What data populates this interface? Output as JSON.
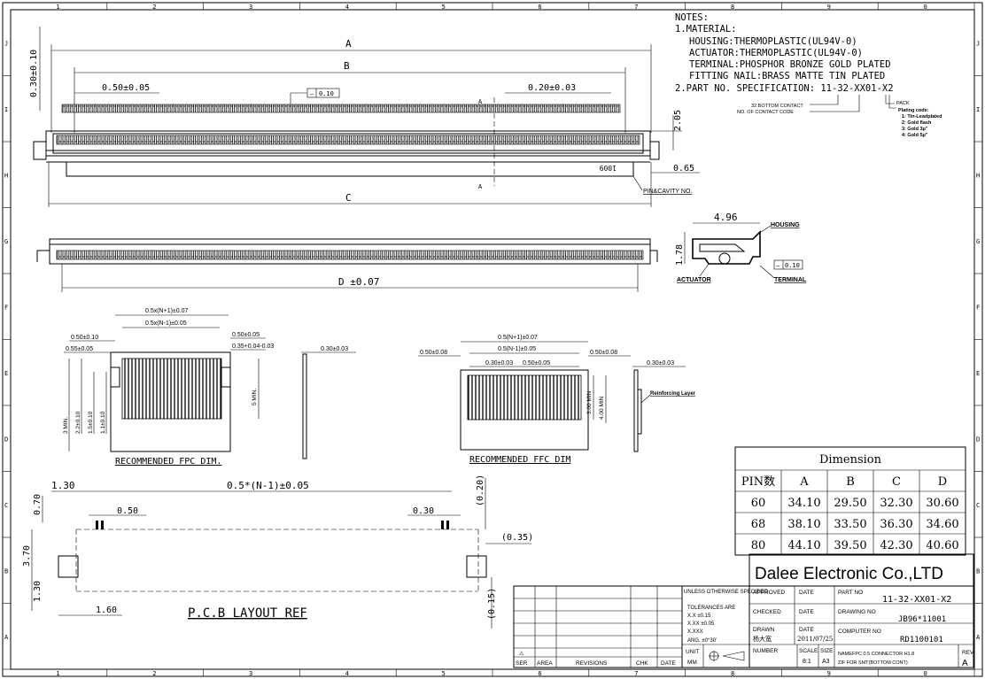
{
  "border": {
    "cols": [
      "1",
      "2",
      "3",
      "4",
      "5",
      "6",
      "7",
      "8",
      "9",
      "0"
    ],
    "rows": [
      "J",
      "I",
      "H",
      "G",
      "F",
      "E",
      "D",
      "C",
      "B",
      "A"
    ]
  },
  "notes": {
    "title": "NOTES:",
    "material_title": "1.MATERIAL:",
    "housing": "HOUSING:THERMOPLASTIC(UL94V-0)",
    "actuator": "ACTUATOR:THERMOPLASTIC(UL94V-0)",
    "terminal": "TERMINAL:PHOSPHOR BRONZE GOLD PLATED",
    "fitting": "FITTING NAIL:BRASS MATTE TIN PLATED",
    "part_spec": "2.PART NO. SPECIFICATION: 11-32-XX01-X2",
    "bottom_contact": "32:BOTTOM CONTACT",
    "contact_code": "NO. OF CONTACT CODE",
    "pack": "PACK",
    "plating_title": "Plating code:",
    "plating_1": "1: Tin-Leadplated",
    "plating_2": "2: Gold flash",
    "plating_3": "3: Gold 3μ\"",
    "plating_4": "4: Gold 5μ\""
  },
  "top_view": {
    "dim_a": "A",
    "dim_b": "B",
    "dim_c": "C",
    "pitch": "0.50±0.05",
    "width": "0.20±0.03",
    "flatness": "0.10",
    "height_tol": "0.30±0.10",
    "h205": "2.05",
    "h065": "0.65",
    "section_a": "A",
    "pin_label": "1009",
    "pin_cavity": "PIN&CAVITY NO."
  },
  "front_view": {
    "dim_d": "D ±0.07"
  },
  "side_view": {
    "w496": "4.96",
    "h178": "1.78",
    "housing": "HOUSING",
    "actuator": "ACTUATOR",
    "terminal": "TERMINAL",
    "flat": "0.10"
  },
  "fpc": {
    "title": "RECOMMENDED FPC DIM.",
    "d1": "0.5x(N+1)±0.07",
    "d2": "0.5x(N-1)±0.05",
    "d3": "0.50±0.10",
    "d4": "0.55±0.05",
    "d5": "0.50±0.05",
    "d6": "0.35+0.04-0.03",
    "d7": "0.30±0.03",
    "v1": "3 MIN.",
    "v2": "2.2±0.10",
    "v3": "1.5±0.10",
    "v4": "1.1±0.10",
    "v5": "5 MIN."
  },
  "ffc": {
    "title": "RECOMMENDED FFC DIM",
    "d1": "0.5(N+1)±0.07",
    "d2": "0.5(N-1)±0.05",
    "d3": "0.30±0.03",
    "d4": "0.50±0.05",
    "d5": "0.50±0.08",
    "d6": "0.50±0.08",
    "d7": "0.30±0.03",
    "v1": "3.00 MIN",
    "v2": "4.00 MIN",
    "reinforcing": "Reinforcing Layer"
  },
  "pcb": {
    "title": "P.C.B LAYOUT REF",
    "w130": "1.30",
    "span": "0.5*(N-1)±0.05",
    "h070": "0.70",
    "w050": "0.50",
    "w030": "0.30",
    "h020": "(0.20)",
    "h035": "(0.35)",
    "h370": "3.70",
    "h130b": "1.30",
    "w160": "1.60",
    "h015": "(0.15)"
  },
  "dimension_table": {
    "title": "Dimension",
    "headers": [
      "PIN数",
      "A",
      "B",
      "C",
      "D"
    ],
    "rows": [
      [
        "60",
        "34.10",
        "29.50",
        "32.30",
        "30.60"
      ],
      [
        "68",
        "38.10",
        "33.50",
        "36.30",
        "34.60"
      ],
      [
        "80",
        "44.10",
        "39.50",
        "42.30",
        "40.60"
      ]
    ]
  },
  "title_block": {
    "company": "Dalee Electronic Co.,LTD",
    "tol_title": "UNLESS OTHERWISE SPECIFIED",
    "tol_sub": "TOLERANCES ARE",
    "tol_x": "X.X    ±0.15",
    "tol_xx": "X.XX   ±0.05",
    "tol_xxx": "X.XXX",
    "tol_ang": "ANG.   ±0°30'",
    "unit": "UNIT",
    "mm": "MM",
    "approved": "APPROVED",
    "date": "DATE",
    "checked": "CHECKED",
    "drawn": "DRAWN",
    "drawn_by": "杨大宽",
    "drawn_date": "2011/07/25",
    "number": "NUMBER",
    "scale": "SCALE",
    "scale_val": "8:1",
    "size": "SIZE",
    "size_val": "A3",
    "part_no_label": "PART NO",
    "part_no": "11-32-XX01-X2",
    "drawing_no_label": "DRAWING NO",
    "drawing_no": "JB96*11001",
    "computer_no_label": "COMPUTER NO",
    "computer_no": "RD1100101",
    "name_label": "NAME",
    "name_1": "FPC 0.5 CONNECTOR H1.8",
    "name_2": "ZIF FOR SMT(BOTTOM CONT)",
    "rev_label": "REV",
    "rev": "A",
    "ser": "SER",
    "area": "AREA",
    "revisions": "REVISIONS",
    "chk": "CHK",
    "date2": "DATE"
  }
}
